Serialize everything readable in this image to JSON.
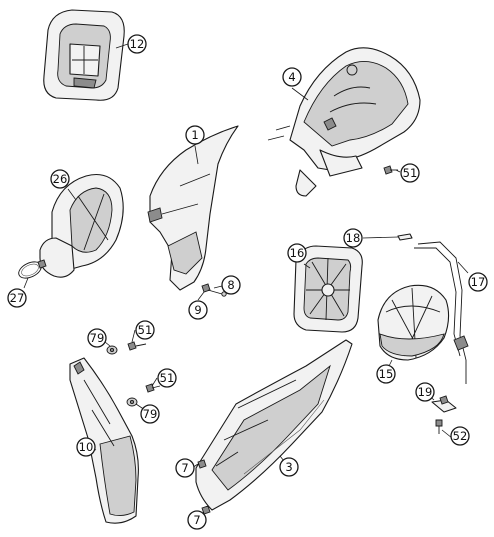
{
  "diagram": {
    "callouts": {
      "c12": "12",
      "c4": "4",
      "c1": "1",
      "c26": "26",
      "c51a": "51",
      "c16": "16",
      "c18": "18",
      "c17": "17",
      "c8": "8",
      "c9": "9",
      "c27": "27",
      "c79a": "79",
      "c51b": "51",
      "c51c": "51",
      "c79b": "79",
      "c15": "15",
      "c19": "19",
      "c52": "52",
      "c10": "10",
      "c3": "3",
      "c7a": "7",
      "c7b": "7"
    }
  }
}
